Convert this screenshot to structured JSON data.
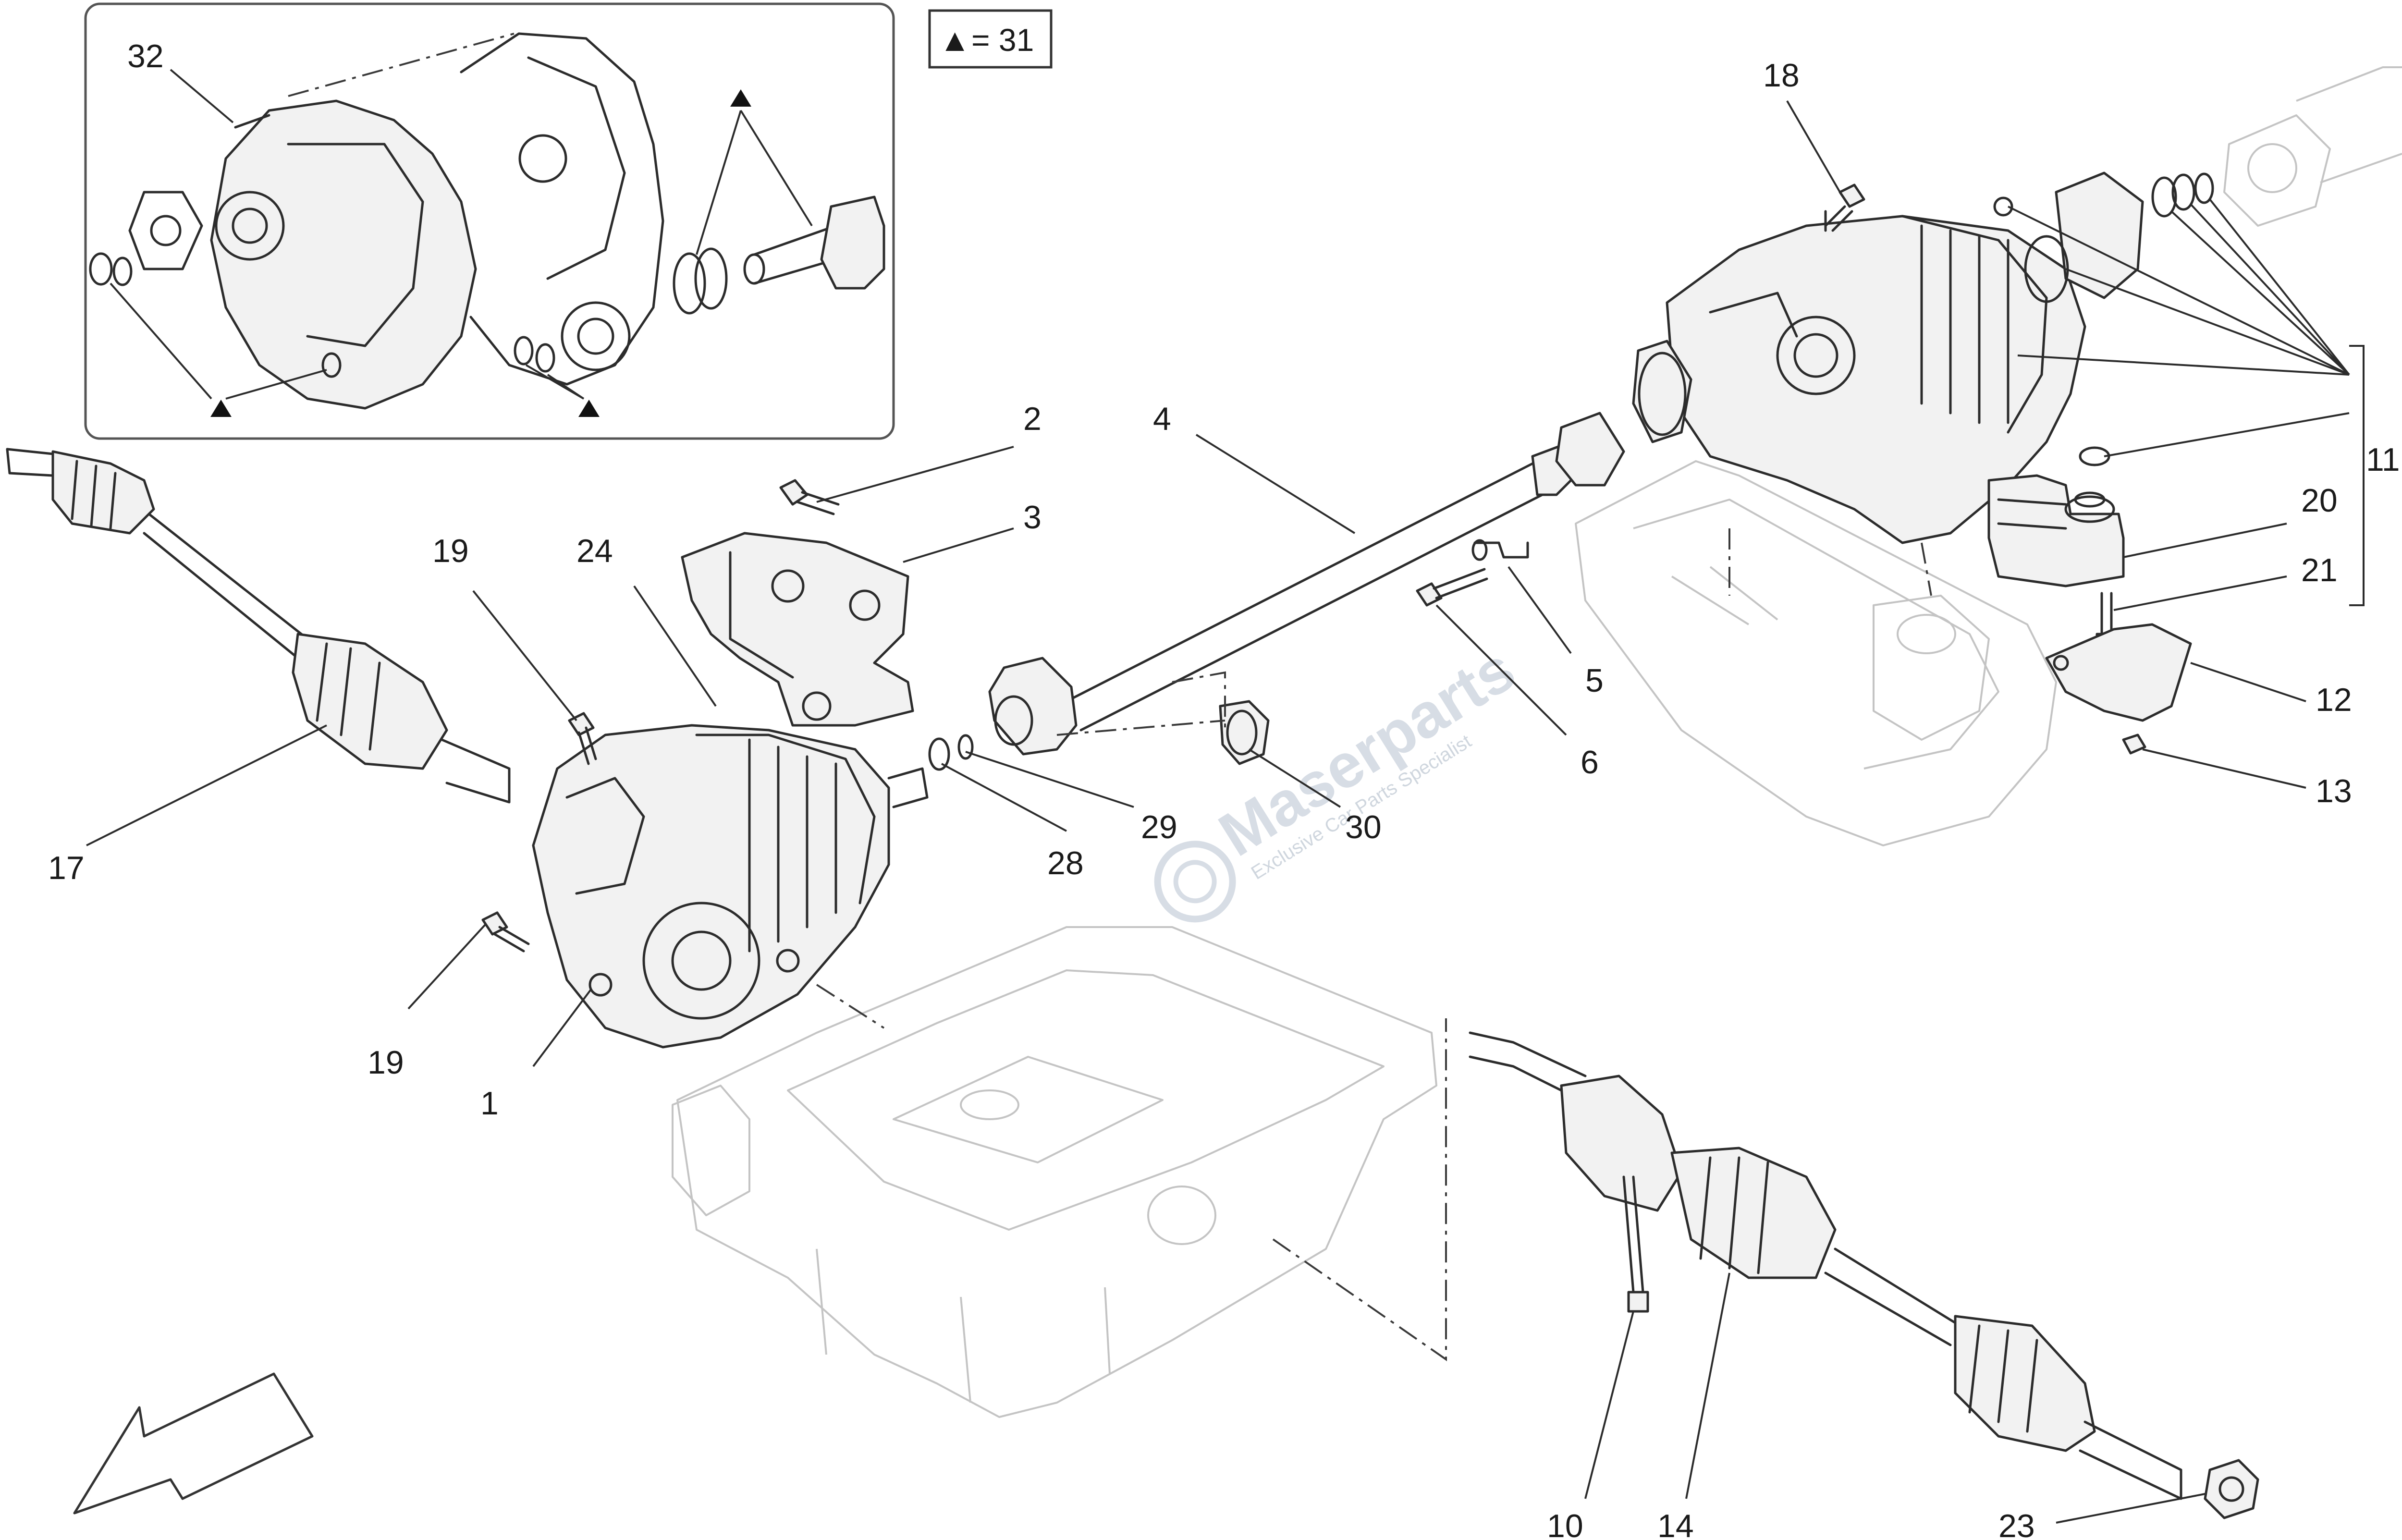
{
  "legend": {
    "symbol": "▲",
    "text": "= 31"
  },
  "watermark": {
    "brand": "Maserparts",
    "tagline": "Exclusive Car Parts Specialist"
  },
  "callouts": [
    {
      "id": "c1",
      "label": "1"
    },
    {
      "id": "c2",
      "label": "2"
    },
    {
      "id": "c3",
      "label": "3"
    },
    {
      "id": "c4",
      "label": "4"
    },
    {
      "id": "c5",
      "label": "5"
    },
    {
      "id": "c6",
      "label": "6"
    },
    {
      "id": "c10",
      "label": "10"
    },
    {
      "id": "c11",
      "label": "11"
    },
    {
      "id": "c12",
      "label": "12"
    },
    {
      "id": "c13",
      "label": "13"
    },
    {
      "id": "c14",
      "label": "14"
    },
    {
      "id": "c17",
      "label": "17"
    },
    {
      "id": "c18",
      "label": "18"
    },
    {
      "id": "c19a",
      "label": "19"
    },
    {
      "id": "c19b",
      "label": "19"
    },
    {
      "id": "c20",
      "label": "20"
    },
    {
      "id": "c21",
      "label": "21"
    },
    {
      "id": "c23",
      "label": "23"
    },
    {
      "id": "c24",
      "label": "24"
    },
    {
      "id": "c28",
      "label": "28"
    },
    {
      "id": "c29",
      "label": "29"
    },
    {
      "id": "c30",
      "label": "30"
    },
    {
      "id": "c32",
      "label": "32"
    }
  ]
}
